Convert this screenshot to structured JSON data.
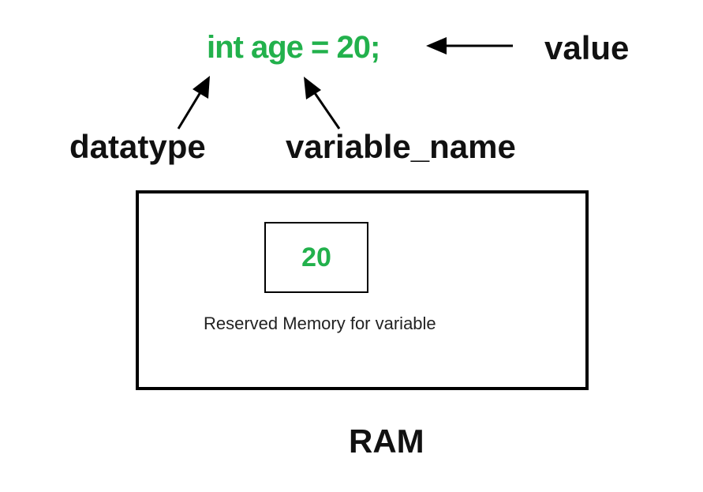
{
  "code": {
    "statement": "int age = 20;"
  },
  "labels": {
    "value": "value",
    "datatype": "datatype",
    "variable_name": "variable_name"
  },
  "memory": {
    "cell_value": "20",
    "caption": "Reserved Memory for variable",
    "container_label": "RAM"
  },
  "colors": {
    "code": "#22b14c",
    "text": "#111111",
    "border": "#000000"
  }
}
